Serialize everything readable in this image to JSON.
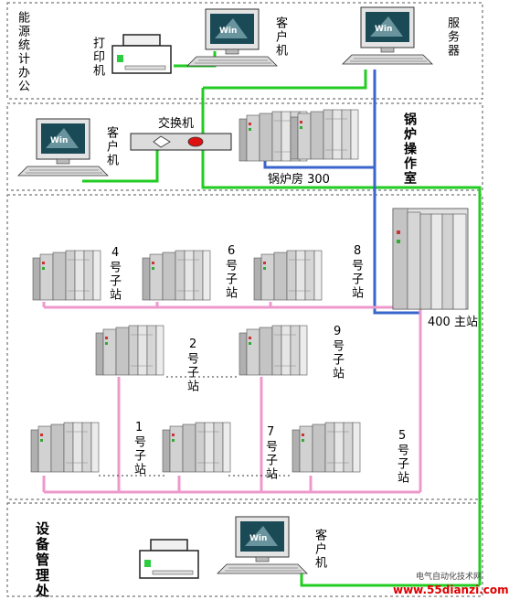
{
  "zones": {
    "office": "能源统计办公",
    "boiler_room": "锅炉操作室",
    "equipment": "设备管理处"
  },
  "labels": {
    "printer_office": "打印机",
    "client_office": "客户机",
    "server": "服务器",
    "client_boiler": "客户机",
    "switch": "交换机",
    "boiler_300": "锅炉房 300",
    "master": "400 主站",
    "client_equipment": "客户机",
    "substations": [
      {
        "num": "4",
        "text": "号子站"
      },
      {
        "num": "6",
        "text": "号子站"
      },
      {
        "num": "8",
        "text": "号子站"
      },
      {
        "num": "2",
        "text": "号子站"
      },
      {
        "num": "9",
        "text": "号子站"
      },
      {
        "num": "1",
        "text": "号子站"
      },
      {
        "num": "7",
        "text": "号子站"
      },
      {
        "num": "5",
        "text": "号子站"
      }
    ]
  },
  "monitor_logo": "Win",
  "watermark": {
    "line1": "电气自动化技术网",
    "line2": "www.55dianzi.com"
  },
  "colors": {
    "ethernet_green": "#22cc22",
    "profibus_blue": "#3a66cc",
    "bus_pink": "#ee99cc",
    "monitor_screen": "#1a4a55",
    "plc_gray": "#c8c8c8"
  }
}
